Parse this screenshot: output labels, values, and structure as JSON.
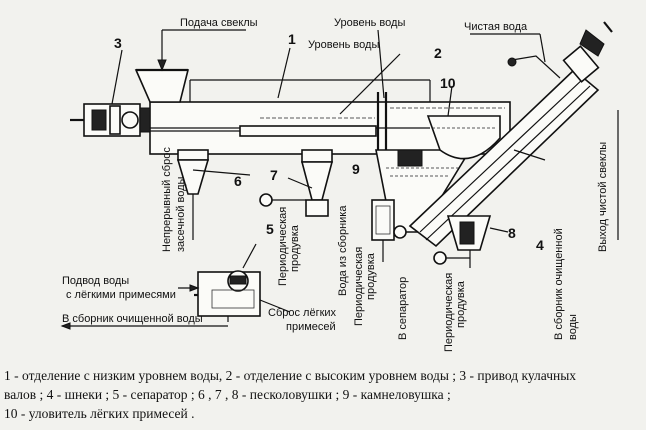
{
  "labels": {
    "beet_feed": "Подача свеклы",
    "water_level_1": "Уровень воды",
    "water_level_2": "Уровень воды",
    "clean_water": "Чистая вода",
    "continuous_discharge": "Непрерывный сброс",
    "fouled_water": "засечной воды",
    "periodic_purge_7": "Периодическая",
    "periodic_purge_7b": "продувка",
    "water_from_collector": "Вода из сборника",
    "periodic_purge_9": "Периодическая",
    "periodic_purge_9b": "продувка",
    "to_separator": "В сепаратор",
    "periodic_purge_8": "Периодическая",
    "periodic_purge_8b": "продувка",
    "to_clean_collector": "В сборник очищенной",
    "to_clean_collector_b": "воды",
    "clean_beet_exit": "Выход чистой свеклы",
    "water_supply": "Подвод воды",
    "with_light_impurities": "с лёгкими примесями",
    "discharge_light": "Сброс лёгких",
    "discharge_light_b": "примесей",
    "to_clean_water_collector": "В сборник очищенной воды"
  },
  "numbers": {
    "n1": "1",
    "n2": "2",
    "n3": "3",
    "n4": "4",
    "n5": "5",
    "n6": "6",
    "n7": "7",
    "n8": "8",
    "n9": "9",
    "n10": "10"
  },
  "legend": {
    "line1": "1 - отделение с низким уровнем воды,  2 - отделение с высоким уровнем воды ;  3 - привод кулачных",
    "line2": "валов ;  4 - шнеки ;  5 - сепаратор ;  6 , 7 , 8 - песколовушки  ;  9 - камнеловушка ;",
    "line3": "10 - уловитель  лёгких  примесей ."
  }
}
